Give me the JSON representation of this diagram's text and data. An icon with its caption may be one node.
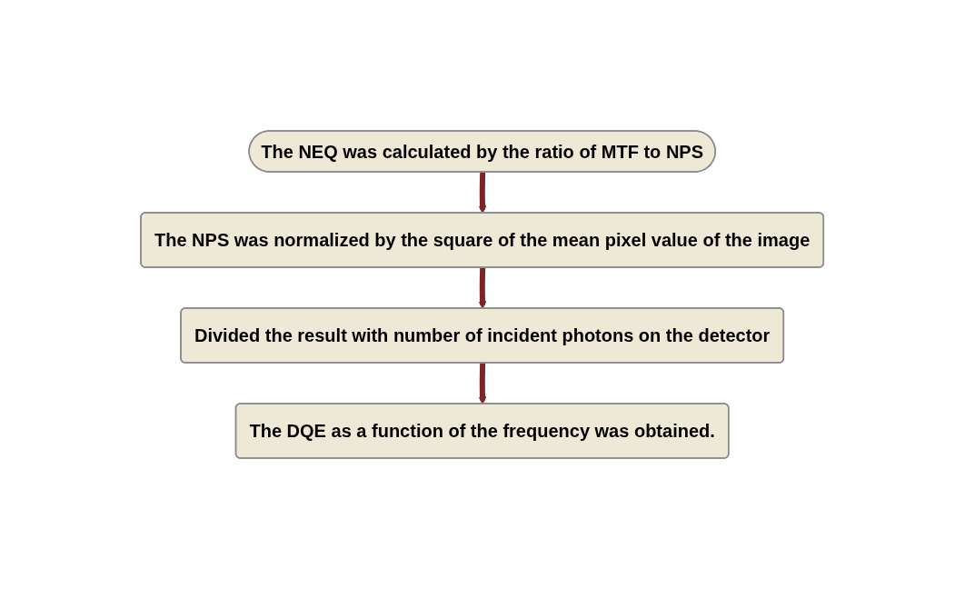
{
  "diagram": {
    "nodes": [
      {
        "text": [
          "The NEQ was calculated by the ratio of MTF to NPS"
        ]
      },
      {
        "text": [
          "The NPS was normalized by the square of the mean pixel value of the image"
        ]
      },
      {
        "text": [
          "Divided the result with number of incident photons on the detector"
        ]
      },
      {
        "text": [
          "The DQE as a function of the frequency was obtained."
        ]
      }
    ],
    "edges": [
      {
        "from": 0,
        "to": 1,
        "arrow": "to"
      },
      {
        "from": 1,
        "to": 2,
        "arrow": "to"
      },
      {
        "from": 2,
        "to": 3,
        "arrow": "to"
      }
    ]
  }
}
